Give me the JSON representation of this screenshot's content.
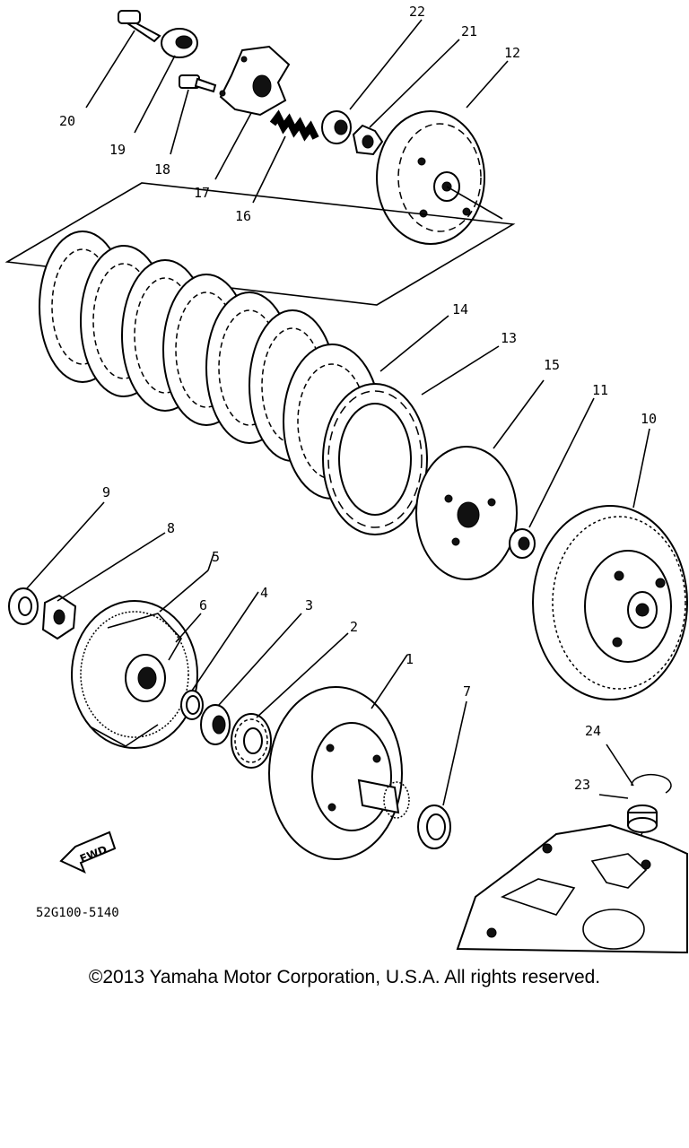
{
  "callouts": {
    "c1": "1",
    "c2": "2",
    "c3": "3",
    "c4": "4",
    "c5": "5",
    "c6": "6",
    "c7": "7",
    "c8": "8",
    "c9": "9",
    "c10": "10",
    "c11": "11",
    "c12": "12",
    "c13": "13",
    "c14": "14",
    "c15": "15",
    "c16": "16",
    "c17": "17",
    "c18": "18",
    "c19": "19",
    "c20": "20",
    "c21": "21",
    "c22": "22",
    "c23": "23",
    "c24": "24"
  },
  "fwd_label": "FWD",
  "diagram_code": "52G100-5140",
  "copyright": "©2013 Yamaha Motor Corporation, U.S.A. All rights reserved."
}
